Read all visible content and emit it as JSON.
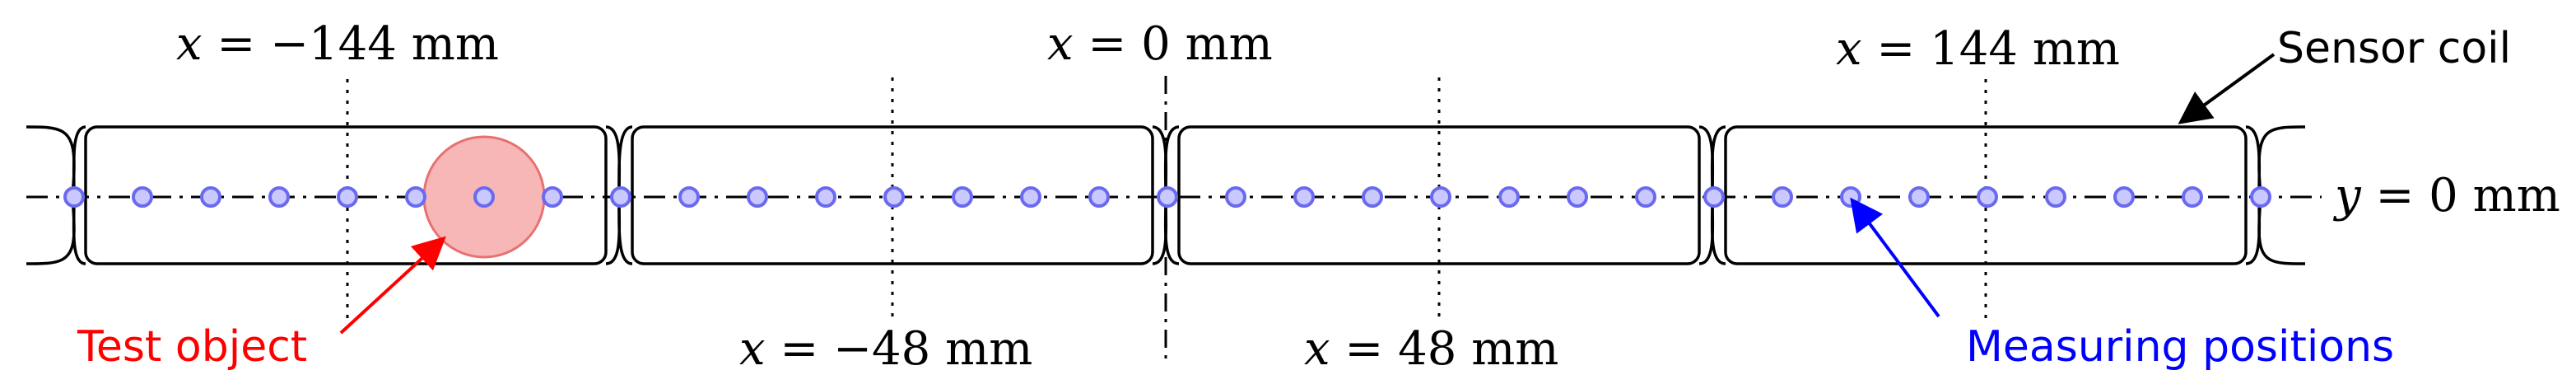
{
  "labels": {
    "x_neg144": {
      "var": "x",
      "eq": " = ",
      "num": "−144",
      "unit": " mm"
    },
    "x_0": {
      "var": "x",
      "eq": " = ",
      "num": "0",
      "unit": " mm"
    },
    "x_144": {
      "var": "x",
      "eq": " = ",
      "num": "144",
      "unit": " mm"
    },
    "x_neg48": {
      "var": "x",
      "eq": " = ",
      "num": "−48",
      "unit": " mm"
    },
    "x_48": {
      "var": "x",
      "eq": " = ",
      "num": "48",
      "unit": " mm"
    },
    "y_0": {
      "var": "y",
      "eq": " = ",
      "num": "0",
      "unit": " mm"
    },
    "sensor_coil": "Sensor coil",
    "test_object": "Test object",
    "measuring_positions": "Measuring positions"
  },
  "colors": {
    "line": "#000000",
    "test_object_fill": "#f7b7b7",
    "test_object_stroke": "#e87070",
    "test_object_label": "#ff0000",
    "measuring_point_fill": "#c9c9ff",
    "measuring_point_stroke": "#6a6af0",
    "measuring_label": "#0000ff"
  },
  "icons": {
    "coil": "rounded-rectangle-coil",
    "measuring_point": "circle-marker",
    "test_object": "filled-circle",
    "arrow": "arrowhead"
  }
}
